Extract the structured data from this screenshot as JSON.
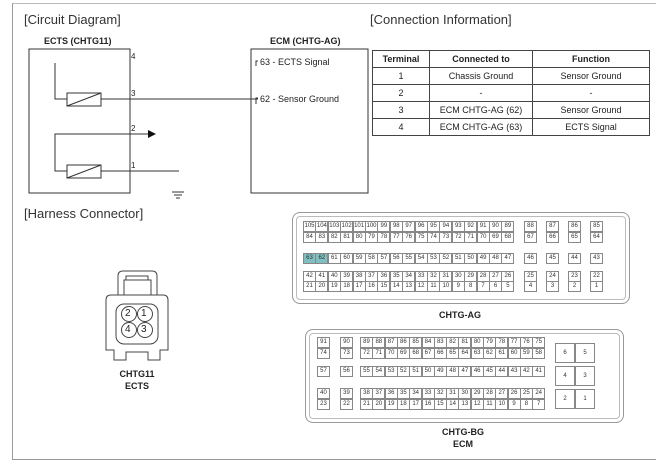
{
  "circuit": {
    "title": "[Circuit Diagram]",
    "ects_label": "ECTS (CHTG11)",
    "ecm_label": "ECM (CHTG-AG)",
    "ects_pins": [
      "4",
      "3",
      "2",
      "1"
    ],
    "ecm_pins": [
      "63 - ECTS Signal",
      "62 - Sensor Ground"
    ]
  },
  "connection": {
    "title": "[Connection Information]",
    "headers": [
      "Terminal",
      "Connected to",
      "Function"
    ],
    "rows": [
      [
        "1",
        "Chassis Ground",
        "Sensor Ground"
      ],
      [
        "2",
        "-",
        "-"
      ],
      [
        "3",
        "ECM CHTG-AG (62)",
        "Sensor Ground"
      ],
      [
        "4",
        "ECM CHTG-AG (63)",
        "ECTS Signal"
      ]
    ]
  },
  "harness": {
    "title": "[Harness Connector]",
    "ects_connector": {
      "pins": [
        "2",
        "1",
        "4",
        "3"
      ],
      "label1": "CHTG11",
      "label2": "ECTS"
    },
    "ag": {
      "label": "CHTG-AG",
      "highlight": [
        "63",
        "62"
      ],
      "rows": [
        [
          "105",
          "104",
          "103",
          "102",
          "101",
          "100",
          "99",
          "98",
          "97",
          "96",
          "95",
          "94",
          "93",
          "92",
          "91",
          "90",
          "89",
          "88",
          "87",
          "86",
          "85"
        ],
        [
          "84",
          "83",
          "82",
          "81",
          "80",
          "79",
          "78",
          "77",
          "76",
          "75",
          "74",
          "73",
          "72",
          "71",
          "70",
          "69",
          "68",
          "67",
          "66",
          "65",
          "64"
        ],
        [
          "63",
          "62",
          "61",
          "60",
          "59",
          "58",
          "57",
          "56",
          "55",
          "54",
          "53",
          "52",
          "51",
          "50",
          "49",
          "48",
          "47",
          "46",
          "45",
          "44",
          "43"
        ],
        [
          "42",
          "41",
          "40",
          "39",
          "38",
          "37",
          "36",
          "35",
          "34",
          "33",
          "32",
          "31",
          "30",
          "29",
          "28",
          "27",
          "26",
          "25",
          "24",
          "23",
          "22"
        ],
        [
          "21",
          "20",
          "19",
          "18",
          "17",
          "16",
          "15",
          "14",
          "13",
          "12",
          "11",
          "10",
          "9",
          "8",
          "7",
          "6",
          "5",
          "4",
          "3",
          "2",
          "1"
        ]
      ]
    },
    "bg": {
      "label1": "CHTG-BG",
      "label2": "ECM",
      "rows": [
        [
          "91",
          "90",
          "89",
          "88",
          "87",
          "86",
          "85",
          "84",
          "83",
          "82",
          "81",
          "80",
          "79",
          "78",
          "77",
          "76",
          "75"
        ],
        [
          "74",
          "73",
          "72",
          "71",
          "70",
          "69",
          "68",
          "67",
          "66",
          "65",
          "64",
          "63",
          "62",
          "61",
          "60",
          "59",
          "58"
        ],
        [
          "57",
          "56",
          "55",
          "54",
          "53",
          "52",
          "51",
          "50",
          "49",
          "48",
          "47",
          "46",
          "45",
          "44",
          "43",
          "42",
          "41"
        ],
        [
          "40",
          "39",
          "38",
          "37",
          "36",
          "35",
          "34",
          "33",
          "32",
          "31",
          "30",
          "29",
          "28",
          "27",
          "26",
          "25",
          "24"
        ],
        [
          "23",
          "22",
          "21",
          "20",
          "19",
          "18",
          "17",
          "16",
          "15",
          "14",
          "13",
          "12",
          "11",
          "10",
          "9",
          "8",
          "7"
        ]
      ],
      "right": [
        [
          "6",
          "5"
        ],
        [
          "4",
          "3"
        ],
        [
          "2",
          "1"
        ]
      ]
    }
  }
}
